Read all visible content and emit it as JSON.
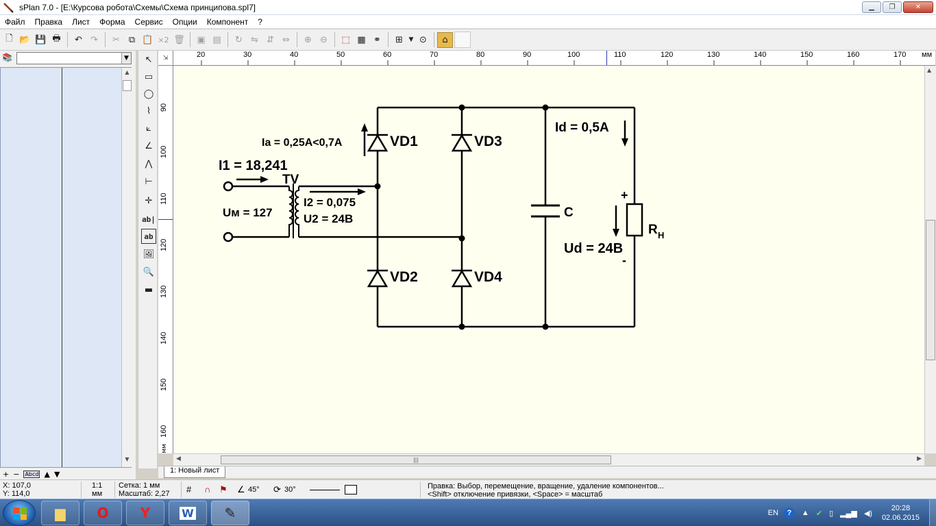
{
  "window": {
    "title": "sPlan 7.0 - [E:\\Курсова робота\\Схемы\\Схема принципова.spl7]"
  },
  "menu": [
    "Файл",
    "Правка",
    "Лист",
    "Форма",
    "Сервис",
    "Опции",
    "Компонент",
    "?"
  ],
  "toolbar": {
    "x2_label": "×2"
  },
  "tools": {
    "text_label": "ab|",
    "text_frame_label": "ab"
  },
  "left_panel": {
    "library_value": "",
    "bottom_label": "Abcd"
  },
  "ruler": {
    "h_ticks": [
      "20",
      "30",
      "40",
      "50",
      "60",
      "70",
      "80",
      "90",
      "100",
      "110",
      "120",
      "130",
      "140",
      "150",
      "160",
      "170"
    ],
    "h_unit": "мм",
    "v_ticks": [
      "90",
      "100",
      "110",
      "120",
      "130",
      "140",
      "150",
      "160"
    ],
    "v_unit": "мм"
  },
  "schematic": {
    "labels": {
      "vd1": "VD1",
      "vd2": "VD2",
      "vd3": "VD3",
      "vd4": "VD4",
      "tv": "TV",
      "i1": "I1 = 18,241",
      "um": "Uм = 127",
      "i2": "I2 = 0,075",
      "u2": "U2 = 24В",
      "ia": "Ia = 0,25A<0,7A",
      "id": "Id = 0,5A",
      "c": "C",
      "rh": "R",
      "rh_sub": "Н",
      "ud": "Ud = 24В",
      "plus": "+",
      "minus": "-"
    }
  },
  "sheet_tab": "1: Новый лист",
  "status": {
    "x": "X: 107,0",
    "y": "Y: 114,0",
    "scale_ratio": "1:1",
    "scale_unit": "мм",
    "grid": "Сетка: 1 мм",
    "zoom": "Масштаб:  2,27",
    "angle1": "45°",
    "angle2": "30°",
    "hint1": "Правка: Выбор, перемещение, вращение, удаление компонентов...",
    "hint2": "<Shift> отключение привязки, <Space> = масштаб"
  },
  "taskbar": {
    "lang": "EN",
    "time": "20:28",
    "date": "02.06.2015"
  }
}
